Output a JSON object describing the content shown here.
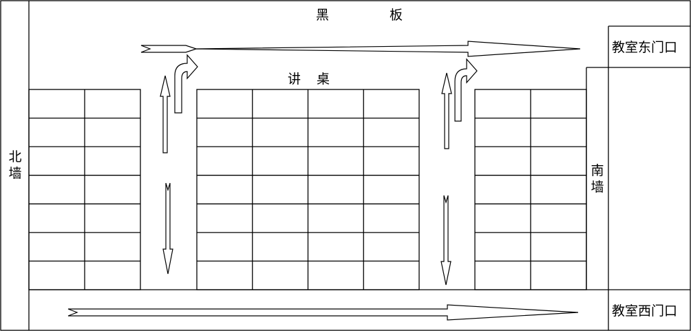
{
  "labels": {
    "blackboard_left": "黑",
    "blackboard_right": "板",
    "podium_left": "讲",
    "podium_right": "桌",
    "north_wall": "北墙",
    "south_wall": "南墙",
    "east_door": "教室东门口",
    "west_door": "教室西门口"
  },
  "seating": {
    "left_block": {
      "columns": 2,
      "rows": 7
    },
    "center_block": {
      "columns": 4,
      "rows": 7
    },
    "right_block": {
      "columns": 2,
      "rows": 7
    }
  },
  "colors": {
    "line": "#000000",
    "background": "#ffffff"
  }
}
